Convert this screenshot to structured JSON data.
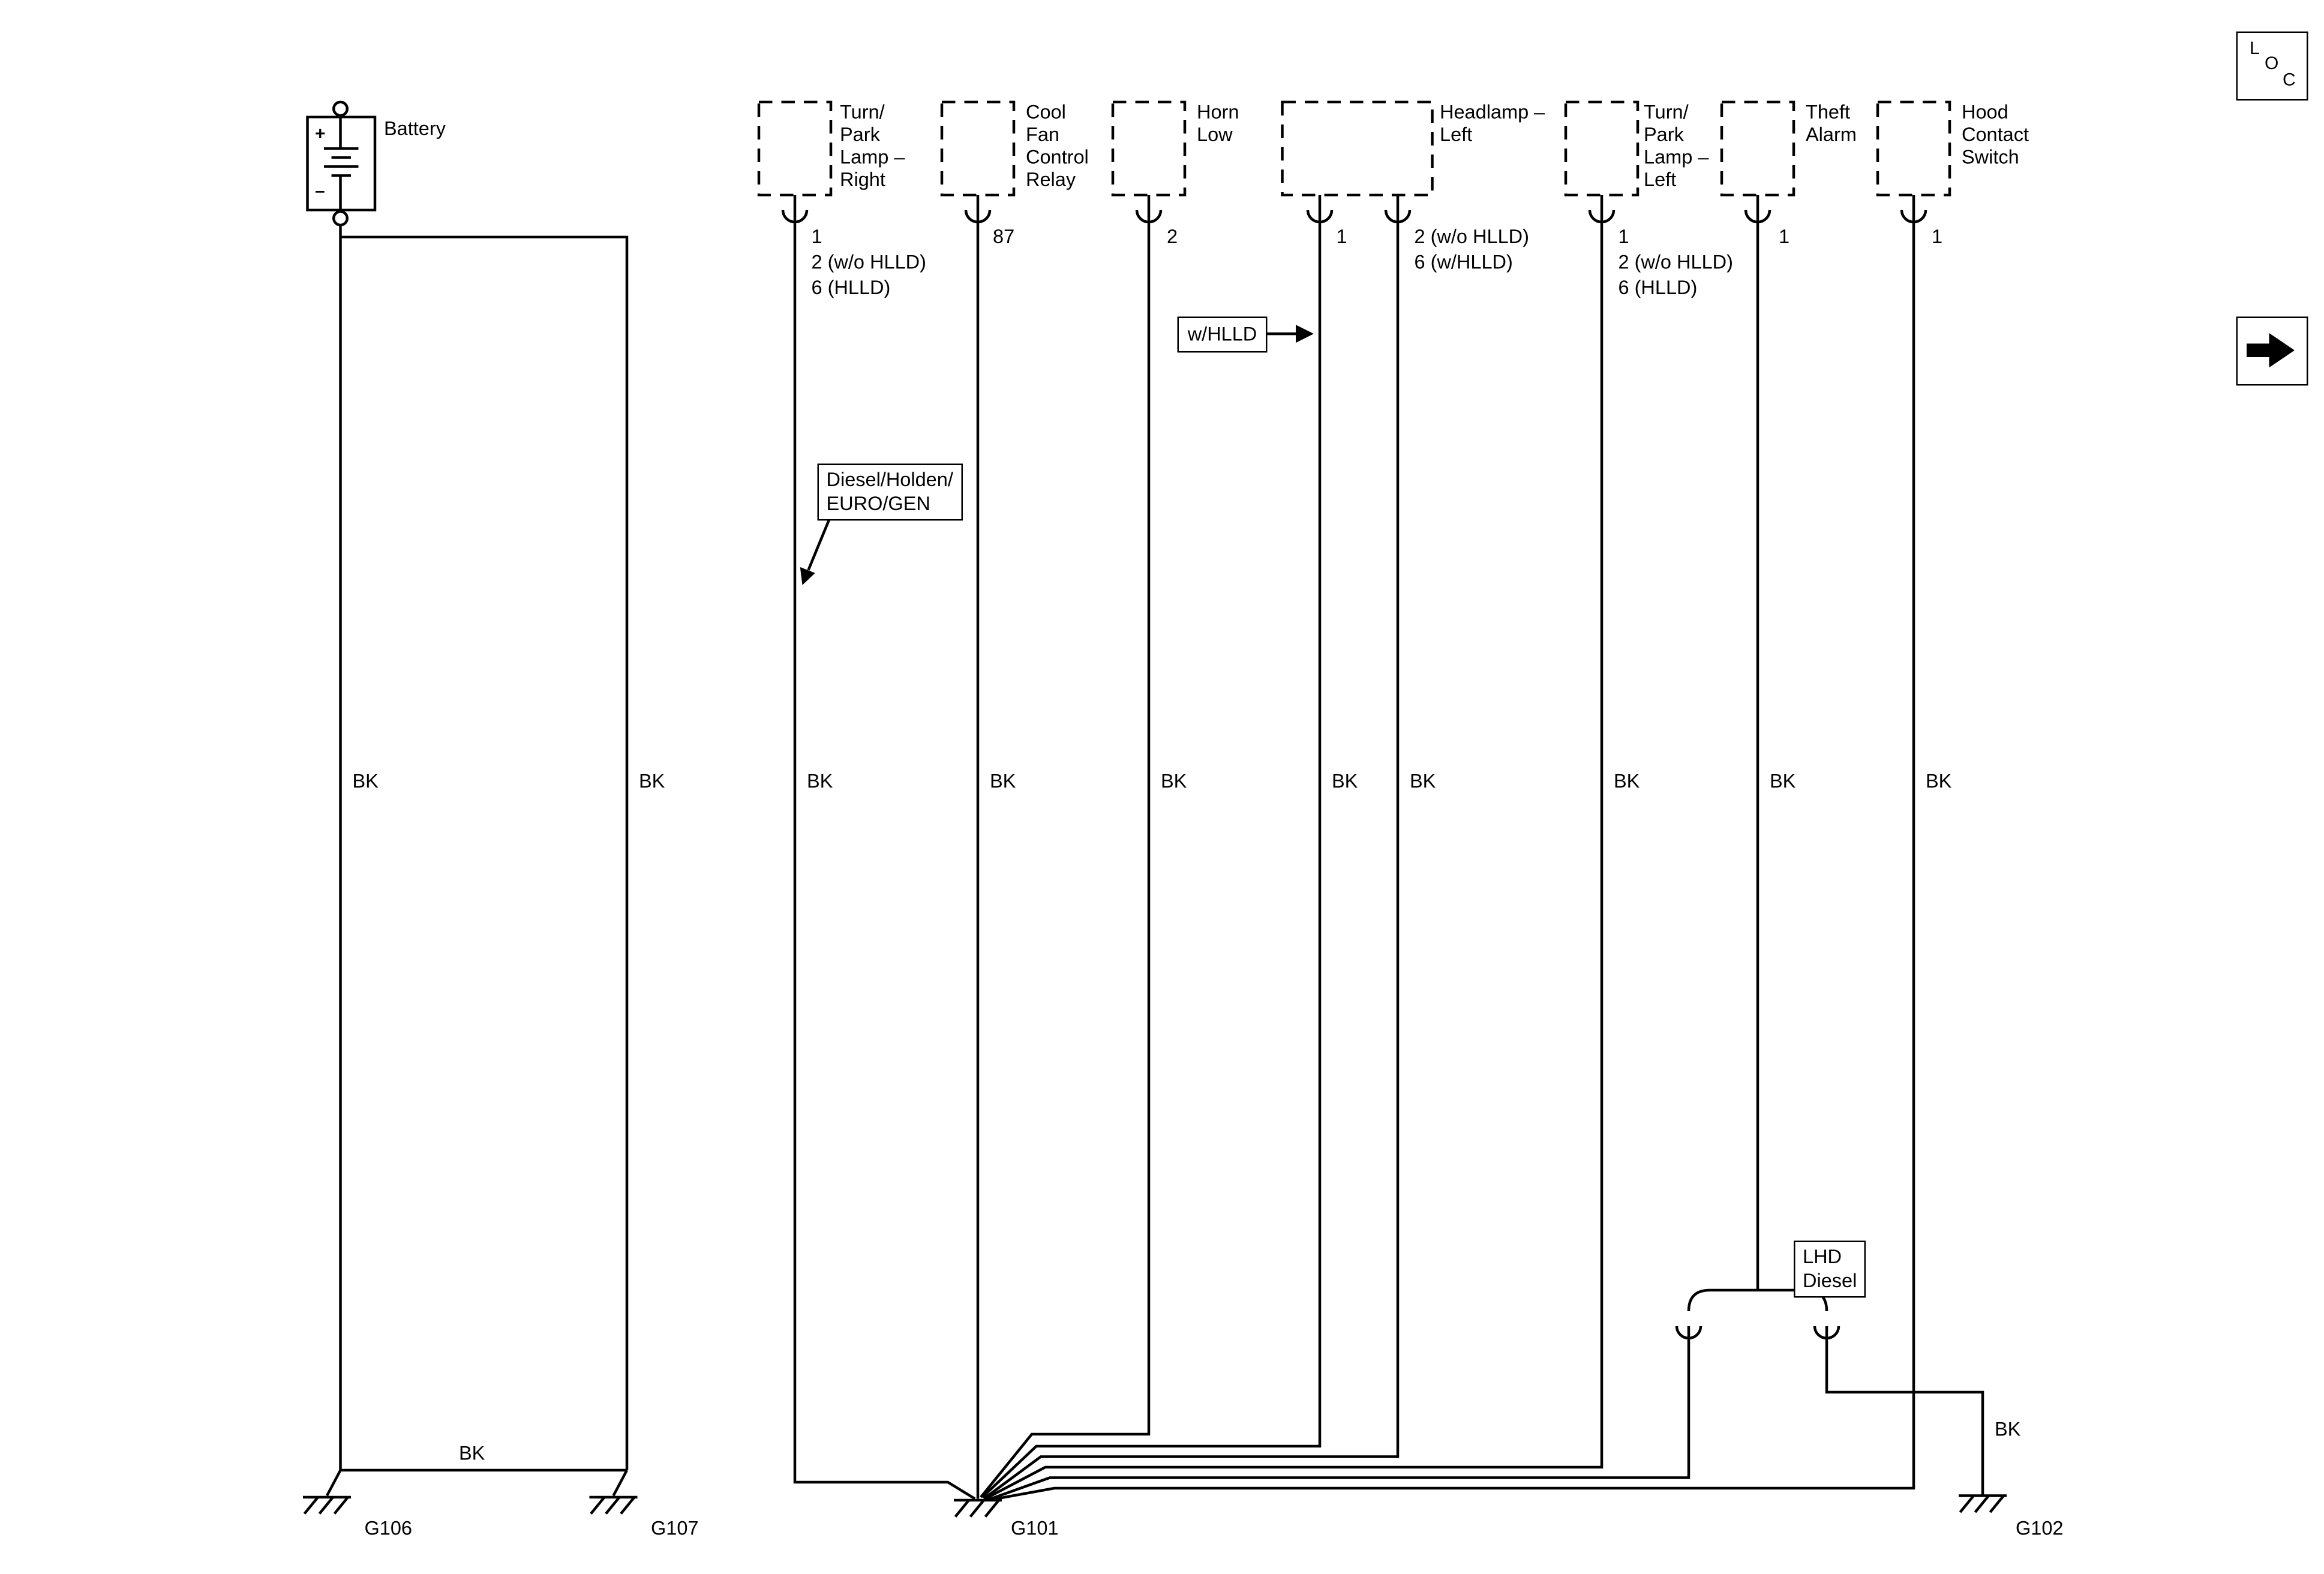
{
  "meta": {
    "background": "#ffffff",
    "line_color": "#000000"
  },
  "nav": {
    "loc": [
      "L",
      "O",
      "C"
    ]
  },
  "battery": {
    "label": "Battery",
    "plus": "+",
    "minus": "–"
  },
  "components": [
    {
      "name": "turn-park-lamp-right",
      "label_lines": [
        "Turn/",
        "Park",
        "Lamp –",
        "Right"
      ],
      "pin_groups": [
        [
          "1",
          "2 (w/o HLLD)",
          "6 (HLLD)"
        ]
      ]
    },
    {
      "name": "cool-fan-control-relay",
      "label_lines": [
        "Cool",
        "Fan",
        "Control",
        "Relay"
      ],
      "pin_groups": [
        [
          "87"
        ]
      ]
    },
    {
      "name": "horn-low",
      "label_lines": [
        "Horn",
        "Low"
      ],
      "pin_groups": [
        [
          "2"
        ]
      ]
    },
    {
      "name": "headlamp-left",
      "label_lines": [
        "Headlamp –",
        "Left"
      ],
      "pin_groups": [
        [
          "1"
        ],
        [
          "2 (w/o HLLD)",
          "6 (w/HLLD)"
        ]
      ]
    },
    {
      "name": "turn-park-lamp-left",
      "label_lines": [
        "Turn/",
        "Park",
        "Lamp –",
        "Left"
      ],
      "pin_groups": [
        [
          "1",
          "2 (w/o HLLD)",
          "6 (HLLD)"
        ]
      ]
    },
    {
      "name": "theft-alarm",
      "label_lines": [
        "Theft",
        "Alarm"
      ],
      "pin_groups": [
        [
          "1"
        ]
      ]
    },
    {
      "name": "hood-contact-switch",
      "label_lines": [
        "Hood",
        "Contact",
        "Switch"
      ],
      "pin_groups": [
        [
          "1"
        ]
      ]
    }
  ],
  "callouts": {
    "w_hlld": "w/HLLD",
    "diesel": [
      "Diesel/Holden/",
      "EURO/GEN"
    ],
    "lhd": [
      "LHD",
      "Diesel"
    ]
  },
  "wire_label": "BK",
  "grounds": [
    {
      "name": "g106",
      "label": "G106"
    },
    {
      "name": "g107",
      "label": "G107"
    },
    {
      "name": "g101",
      "label": "G101"
    },
    {
      "name": "g102",
      "label": "G102"
    }
  ]
}
